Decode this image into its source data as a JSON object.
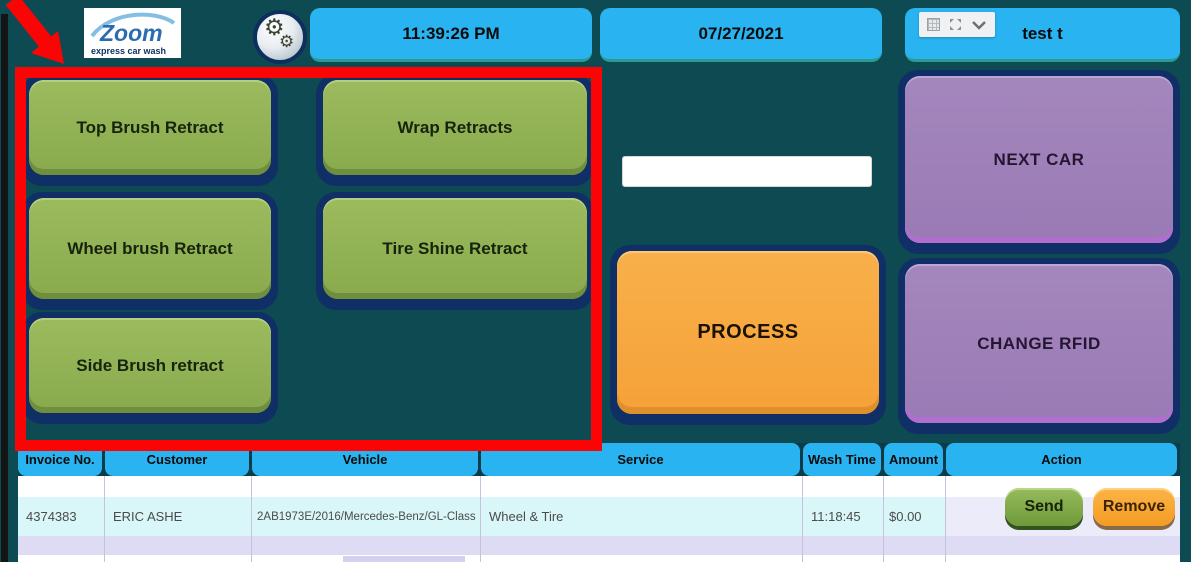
{
  "header": {
    "logo": {
      "title": "Zoom",
      "subtitle": "express car wash"
    },
    "time": "11:39:26 PM",
    "date": "07/27/2021",
    "station": "test t"
  },
  "retract_buttons": [
    {
      "label": "Top Brush Retract"
    },
    {
      "label": "Wrap Retracts"
    },
    {
      "label": "Wheel brush Retract"
    },
    {
      "label": "Tire Shine Retract"
    },
    {
      "label": "Side Brush retract"
    }
  ],
  "center": {
    "input_value": "",
    "process_label": "PROCESS"
  },
  "side_buttons": [
    {
      "label": "NEXT CAR"
    },
    {
      "label": "CHANGE RFID"
    }
  ],
  "table": {
    "columns": [
      "Invoice No.",
      "Customer",
      "Vehicle",
      "Service",
      "Wash Time",
      "Amount",
      "Action"
    ],
    "rows": [
      {
        "invoice_no": "4374383",
        "customer": "ERIC ASHE",
        "vehicle": "2AB1973E/2016/Mercedes-Benz/GL-Class",
        "service": "Wheel & Tire",
        "wash_time": "11:18:45",
        "amount": "$0.00",
        "actions": {
          "send": "Send",
          "remove": "Remove"
        }
      }
    ]
  },
  "icons": {
    "gear": "settings-gears",
    "grid": "grid-view",
    "expand": "expand-arrows",
    "chevron": "chevron-down"
  },
  "colors": {
    "background_teal": "#0e4a52",
    "panel_blue": "#29b3f0",
    "button_green": "#8fb054",
    "button_orange": "#f7a83f",
    "button_purple": "#9d7eb8",
    "navy_border": "#0f2f66",
    "highlight_red": "#fa0406",
    "row_cyan": "#d9f6f8",
    "row_lavender": "#dedbf5"
  }
}
